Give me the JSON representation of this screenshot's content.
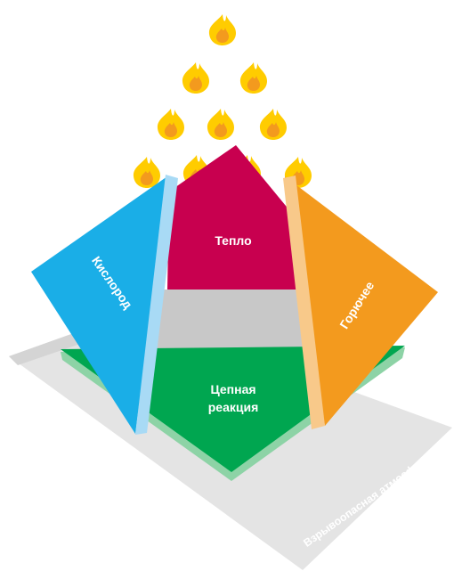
{
  "labels": {
    "heat": "Тепло",
    "oxygen": "Кислород",
    "fuel": "Горючее",
    "chain_line1": "Цепная",
    "chain_line2": "реакция",
    "atmosphere": "Взрывоопасная атмосфера"
  },
  "icons": {
    "flame": "flame-icon"
  },
  "colors": {
    "heat": "#c8004f",
    "oxygen": "#1aaee7",
    "oxygen_edge": "#a8daf5",
    "fuel": "#f39a1e",
    "fuel_edge": "#f8c98a",
    "chain": "#00a650",
    "chain_edge": "#8dd3a6",
    "shadow": "#c8c8c8",
    "base": "#e6e6e6",
    "flame_outer": "#ffcc00",
    "flame_inner": "#f39a1e"
  }
}
